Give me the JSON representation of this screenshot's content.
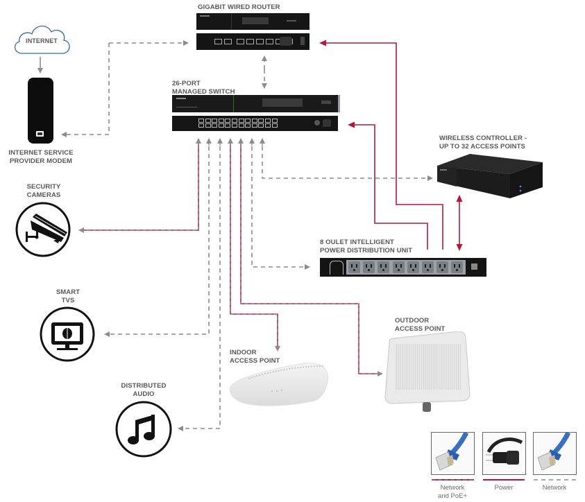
{
  "colors": {
    "power": "#b5163a",
    "network": "#8c8c8c",
    "label_text": "#58585a",
    "device_dark": "#1c1c1c"
  },
  "nodes": {
    "internet": {
      "label": "INTERNET",
      "icon": "cloud-icon"
    },
    "modem": {
      "label_line1": "INTERNET SERVICE",
      "label_line2": "PROVIDER MODEM",
      "icon": "modem-icon"
    },
    "router": {
      "label": "GIGABIT WIRED ROUTER",
      "icon": "router-icon"
    },
    "switch": {
      "label_line1": "26-PORT",
      "label_line2": "MANAGED SWITCH",
      "icon": "switch-icon"
    },
    "wireless_controller": {
      "label_line1": "WIRELESS CONTROLLER -",
      "label_line2": "UP TO 32 ACCESS POINTS",
      "icon": "wireless-controller-icon"
    },
    "pdu": {
      "label_line1": "8 OULET INTELLIGENT",
      "label_line2": "POWER DISTRIBUTION UNIT",
      "outlets": 8,
      "icon": "pdu-icon"
    },
    "security_cameras": {
      "label_line1": "SECURITY",
      "label_line2": "CAMERAS",
      "icon": "security-camera-icon"
    },
    "smart_tvs": {
      "label_line1": "SMART",
      "label_line2": "TVS",
      "icon": "tv-icon"
    },
    "distributed_audio": {
      "label_line1": "DISTRIBUTED",
      "label_line2": "AUDIO",
      "icon": "music-note-icon"
    },
    "indoor_ap": {
      "label_line1": "INDOOR",
      "label_line2": "ACCESS POINT",
      "icon": "indoor-access-point-icon"
    },
    "outdoor_ap": {
      "label_line1": "OUTDOOR",
      "label_line2": "ACCESS POINT",
      "icon": "outdoor-access-point-icon"
    }
  },
  "connections": [
    {
      "from": "internet",
      "to": "modem",
      "type": "network"
    },
    {
      "from": "modem",
      "to": "router",
      "type": "network",
      "bidirectional": true
    },
    {
      "from": "router",
      "to": "switch",
      "type": "network",
      "bidirectional": true
    },
    {
      "from": "pdu",
      "to": "router",
      "type": "power"
    },
    {
      "from": "pdu",
      "to": "switch",
      "type": "power"
    },
    {
      "from": "pdu",
      "to": "wireless_controller",
      "type": "power",
      "bidirectional": true
    },
    {
      "from": "switch",
      "to": "security_cameras",
      "type": "network_poe"
    },
    {
      "from": "switch",
      "to": "smart_tvs",
      "type": "network"
    },
    {
      "from": "switch",
      "to": "distributed_audio",
      "type": "network"
    },
    {
      "from": "switch",
      "to": "indoor_ap",
      "type": "network_poe"
    },
    {
      "from": "switch",
      "to": "outdoor_ap",
      "type": "network_poe"
    },
    {
      "from": "switch",
      "to": "pdu",
      "type": "network"
    },
    {
      "from": "switch",
      "to": "wireless_controller",
      "type": "network"
    }
  ],
  "legend": [
    {
      "key": "network_poe",
      "label_line1": "Network",
      "label_line2": "and PoE+",
      "icon": "ethernet-cable-icon"
    },
    {
      "key": "power",
      "label_line1": "Power",
      "label_line2": "",
      "icon": "power-cable-icon"
    },
    {
      "key": "network",
      "label_line1": "Network",
      "label_line2": "",
      "icon": "ethernet-cable-icon"
    }
  ]
}
